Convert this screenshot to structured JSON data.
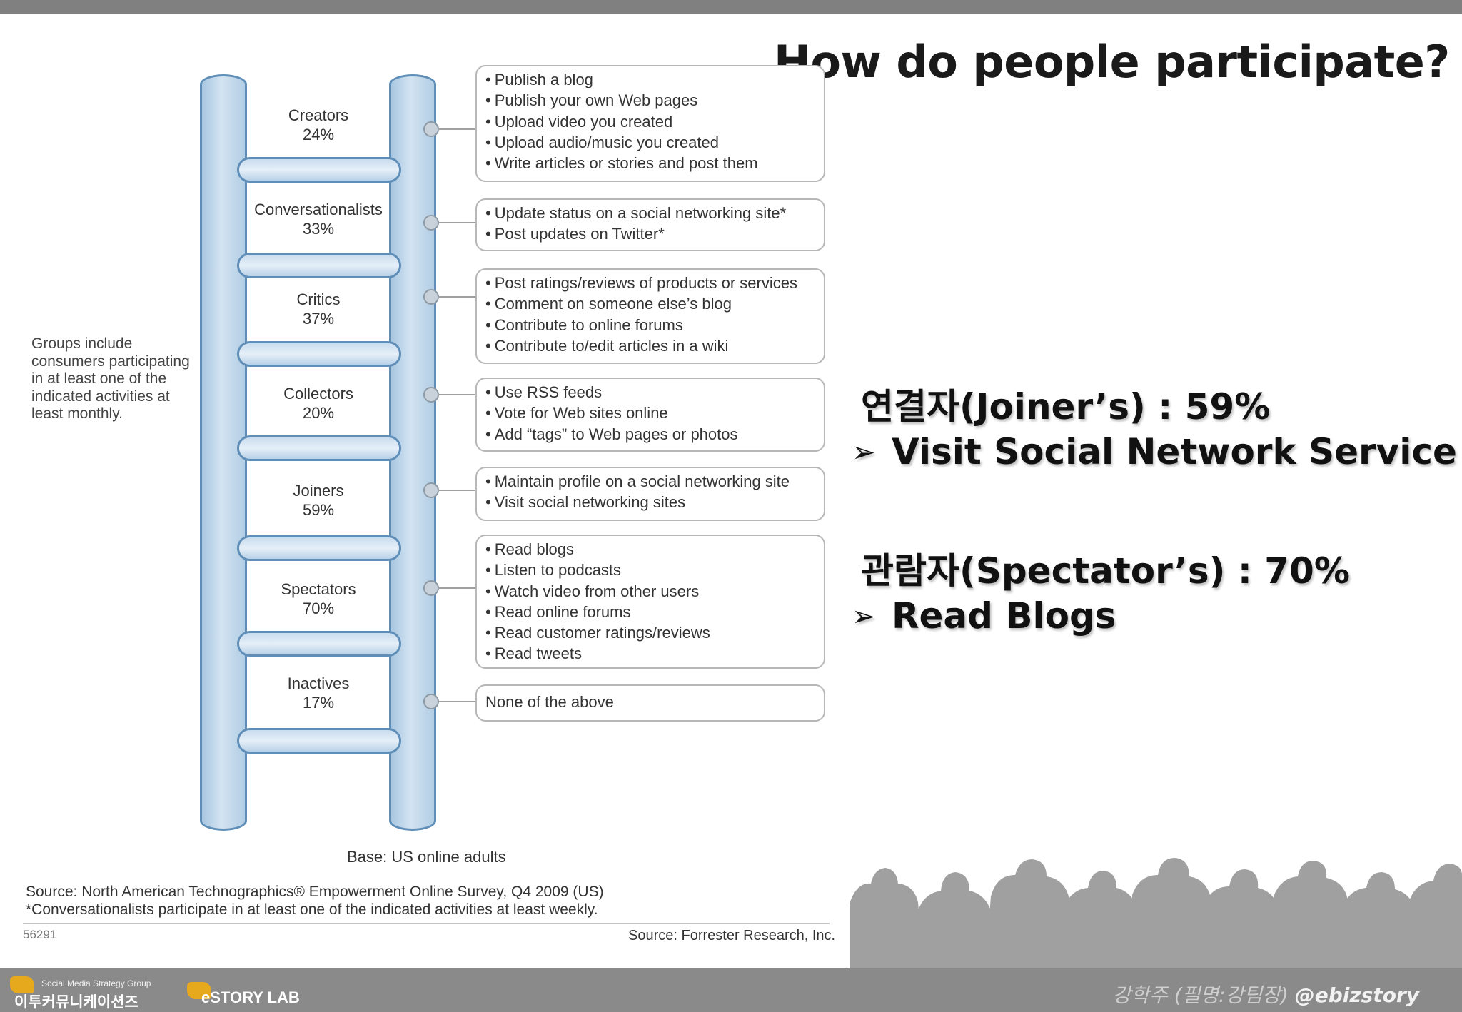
{
  "title": "How do people participate?",
  "ladder": [
    {
      "label": "Creators",
      "percent": "24%",
      "activities": [
        "Publish a blog",
        "Publish your own Web pages",
        "Upload video you created",
        "Upload audio/music you created",
        "Write articles or stories and post them"
      ]
    },
    {
      "label": "Conversationalists",
      "percent": "33%",
      "activities": [
        "Update status on a social networking site*",
        "Post updates on Twitter*"
      ]
    },
    {
      "label": "Critics",
      "percent": "37%",
      "activities": [
        "Post ratings/reviews of products or services",
        "Comment on someone else’s blog",
        "Contribute to online forums",
        "Contribute to/edit articles in a wiki"
      ]
    },
    {
      "label": "Collectors",
      "percent": "20%",
      "activities": [
        "Use RSS feeds",
        "Vote for Web sites online",
        "Add “tags” to Web pages or photos"
      ]
    },
    {
      "label": "Joiners",
      "percent": "59%",
      "activities": [
        "Maintain profile on a social networking site",
        "Visit social networking sites"
      ]
    },
    {
      "label": "Spectators",
      "percent": "70%",
      "activities": [
        "Read blogs",
        "Listen to podcasts",
        "Watch video from other users",
        "Read online forums",
        "Read customer ratings/reviews",
        "Read tweets"
      ]
    },
    {
      "label": "Inactives",
      "percent": "17%",
      "activities": [
        "None of the above"
      ]
    }
  ],
  "groups_note": "Groups include consumers participating in at least one of the indicated activities at least monthly.",
  "base_note": "Base: US online adults",
  "source_lines": [
    "Source: North American Technographics® Empowerment Online Survey, Q4 2009 (US)",
    "*Conversationalists participate in at least one of  the indicated activities at least weekly."
  ],
  "figure_id": "56291",
  "source_credit": "Source: Forrester Research, Inc.",
  "highlights": {
    "joiner_stat": "연결자(Joiner’s) :  59%",
    "joiner_point": "Visit Social Network Service",
    "spectator_stat": "관람자(Spectator’s) : 70%",
    "spectator_point": "Read Blogs",
    "bullet_glyph": "➢"
  },
  "footer": {
    "logo1_tagline": "Social Media Strategy Group",
    "logo1_name": "이투커뮤니케이션즈",
    "logo2_name": "eSTORY LAB",
    "author_name": "강학주 (필명:강팀장)",
    "author_handle": "@ebizstory"
  },
  "colors": {
    "ladder_fill": "#cfe0f0",
    "ladder_stroke": "#5f8fb8",
    "bar_gray": "#8a8a8a",
    "logo_accent": "#e6a91e"
  }
}
